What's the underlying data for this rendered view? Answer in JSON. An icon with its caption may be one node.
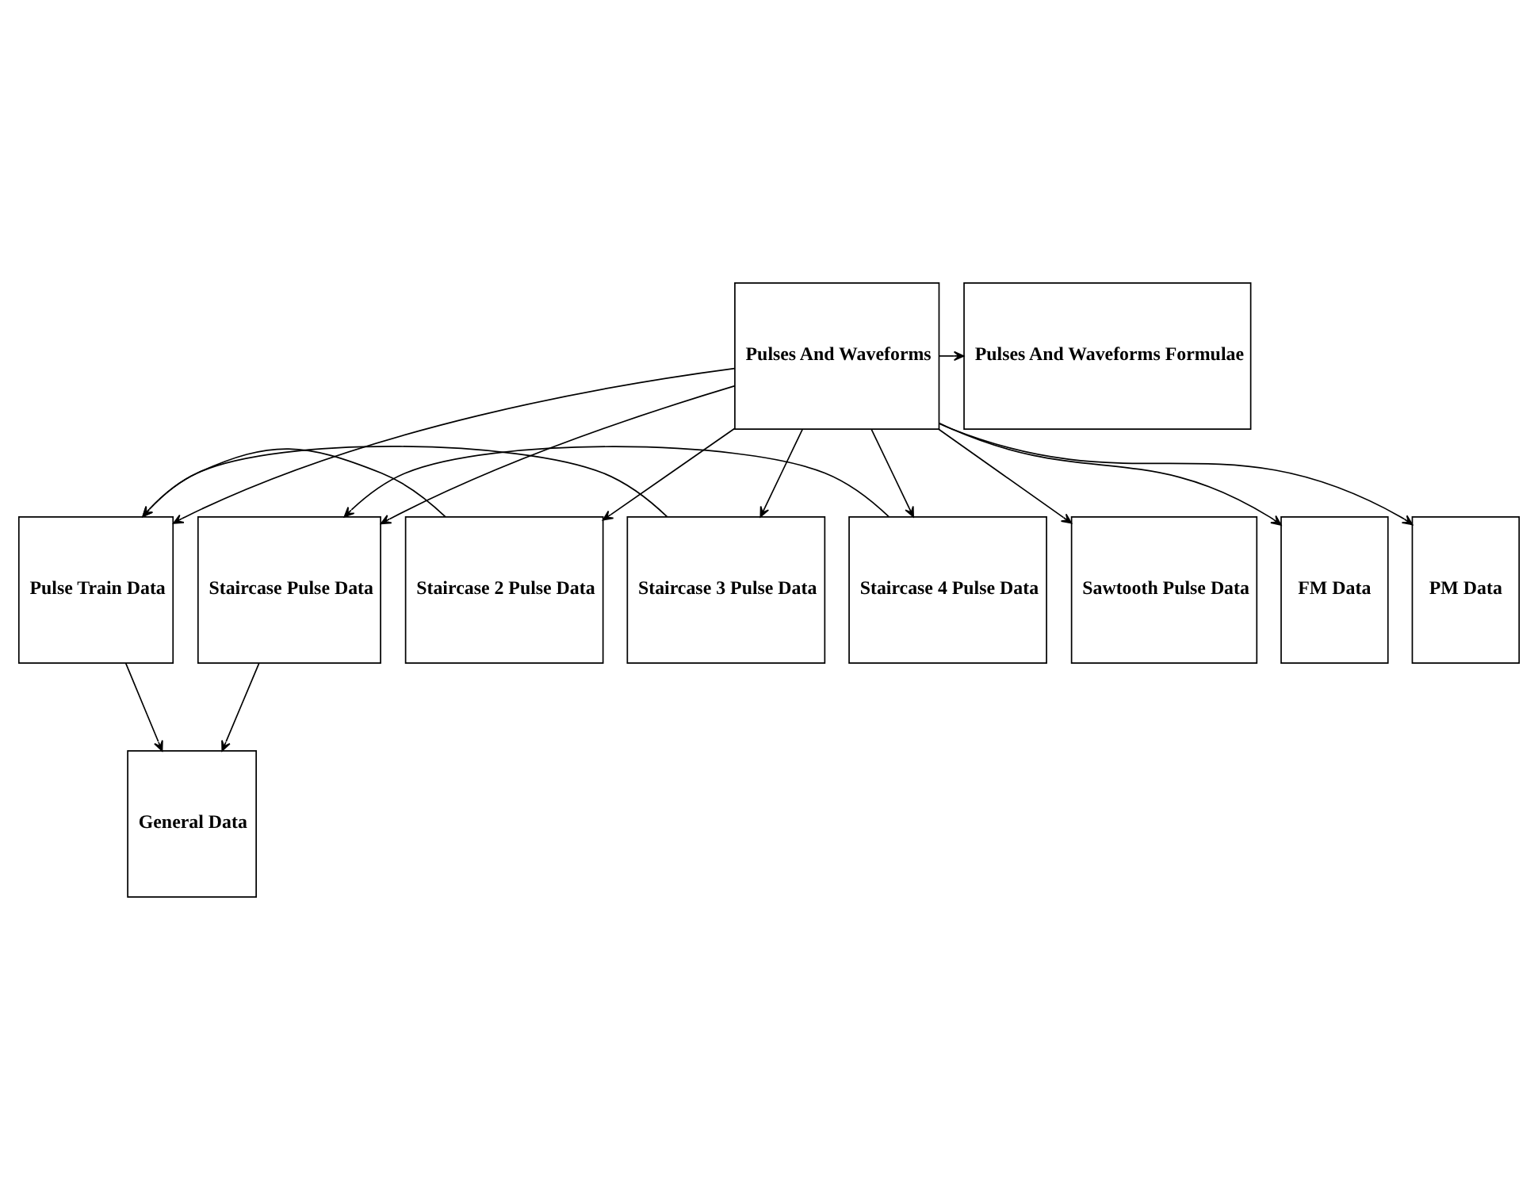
{
  "diagram": {
    "nodes": [
      {
        "text": [
          "Pulses And Waveforms"
        ]
      },
      {
        "text": [
          "Pulses And Waveforms Formulae"
        ]
      },
      {
        "text": [
          "Pulse Train Data"
        ]
      },
      {
        "text": [
          "Staircase Pulse Data"
        ]
      },
      {
        "text": [
          "Staircase 2 Pulse Data"
        ]
      },
      {
        "text": [
          "Staircase 3 Pulse Data"
        ]
      },
      {
        "text": [
          "Staircase 4 Pulse Data"
        ]
      },
      {
        "text": [
          "Sawtooth Pulse Data"
        ]
      },
      {
        "text": [
          "FM Data"
        ]
      },
      {
        "text": [
          "PM Data"
        ]
      },
      {
        "text": [
          "General Data"
        ]
      }
    ],
    "edges": [
      {
        "from": 0,
        "to": 1,
        "arrow": "to"
      },
      {
        "from": 0,
        "to": 2,
        "arrow": "to"
      },
      {
        "from": 0,
        "to": 3,
        "arrow": "to"
      },
      {
        "from": 0,
        "to": 4,
        "arrow": "to"
      },
      {
        "from": 0,
        "to": 5,
        "arrow": "to"
      },
      {
        "from": 0,
        "to": 6,
        "arrow": "to"
      },
      {
        "from": 0,
        "to": 7,
        "arrow": "to"
      },
      {
        "from": 0,
        "to": 8,
        "arrow": "to"
      },
      {
        "from": 0,
        "to": 9,
        "arrow": "to"
      },
      {
        "from": 2,
        "to": 10,
        "arrow": "to"
      },
      {
        "from": 3,
        "to": 10,
        "arrow": "to"
      },
      {
        "from": 4,
        "to": 2,
        "arrow": "to"
      },
      {
        "from": 5,
        "to": 2,
        "arrow": "to"
      },
      {
        "from": 6,
        "to": 3,
        "arrow": "to"
      }
    ]
  }
}
